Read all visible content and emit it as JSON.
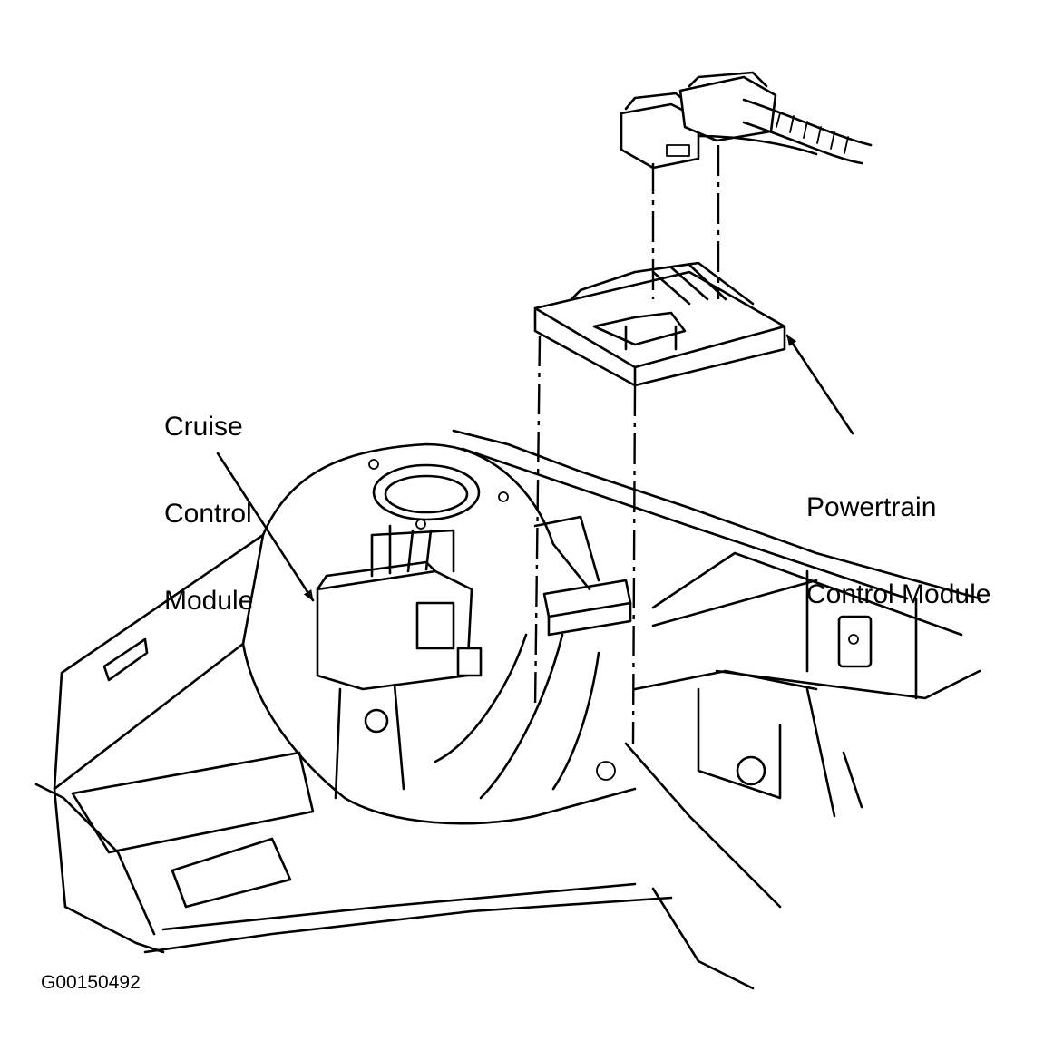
{
  "labels": {
    "cruise_control_module": [
      "Cruise",
      "Control",
      "Module"
    ],
    "powertrain_control_module": [
      "Powertrain",
      "Control Module"
    ]
  },
  "figure_code": "G00150492"
}
